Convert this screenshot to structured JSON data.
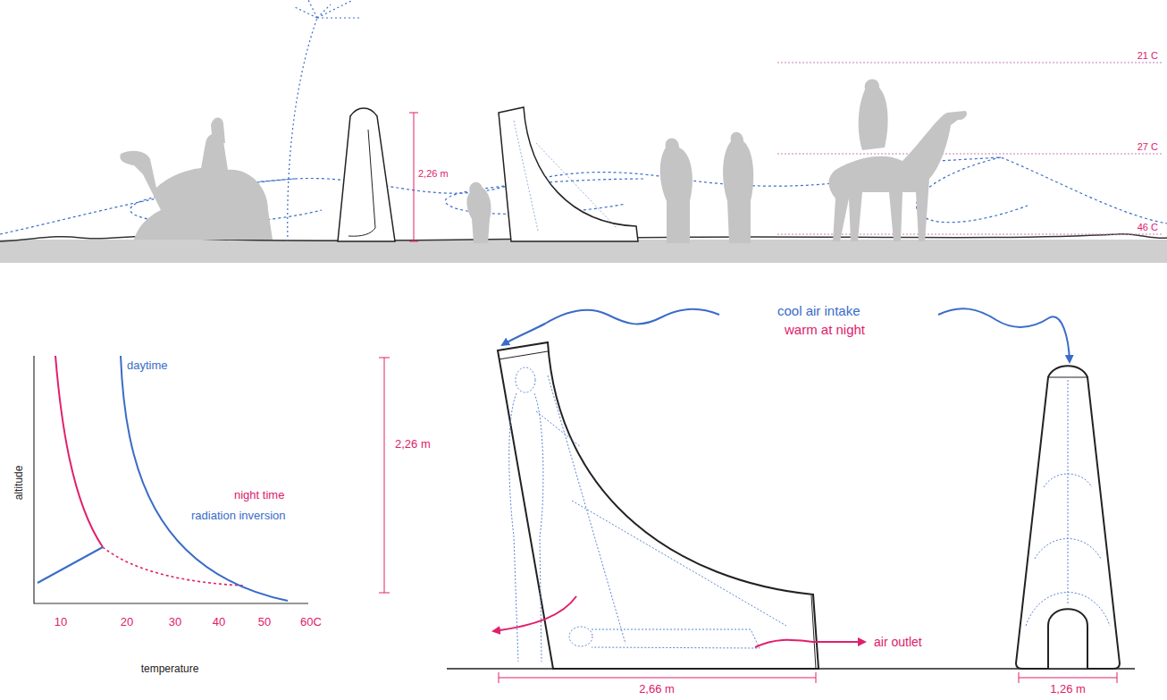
{
  "diagram": {
    "labels": [
      "2,26 m",
      "21 C",
      "27 C",
      "46 C",
      "altitude",
      "10",
      "20",
      "30",
      "40",
      "50",
      "60C",
      "temperature",
      "daytime",
      "night time",
      "radiation inversion",
      "2,26 m",
      "cool air intake",
      "warm at night",
      "air outlet",
      "2,66 m",
      "1,26 m"
    ]
  }
}
